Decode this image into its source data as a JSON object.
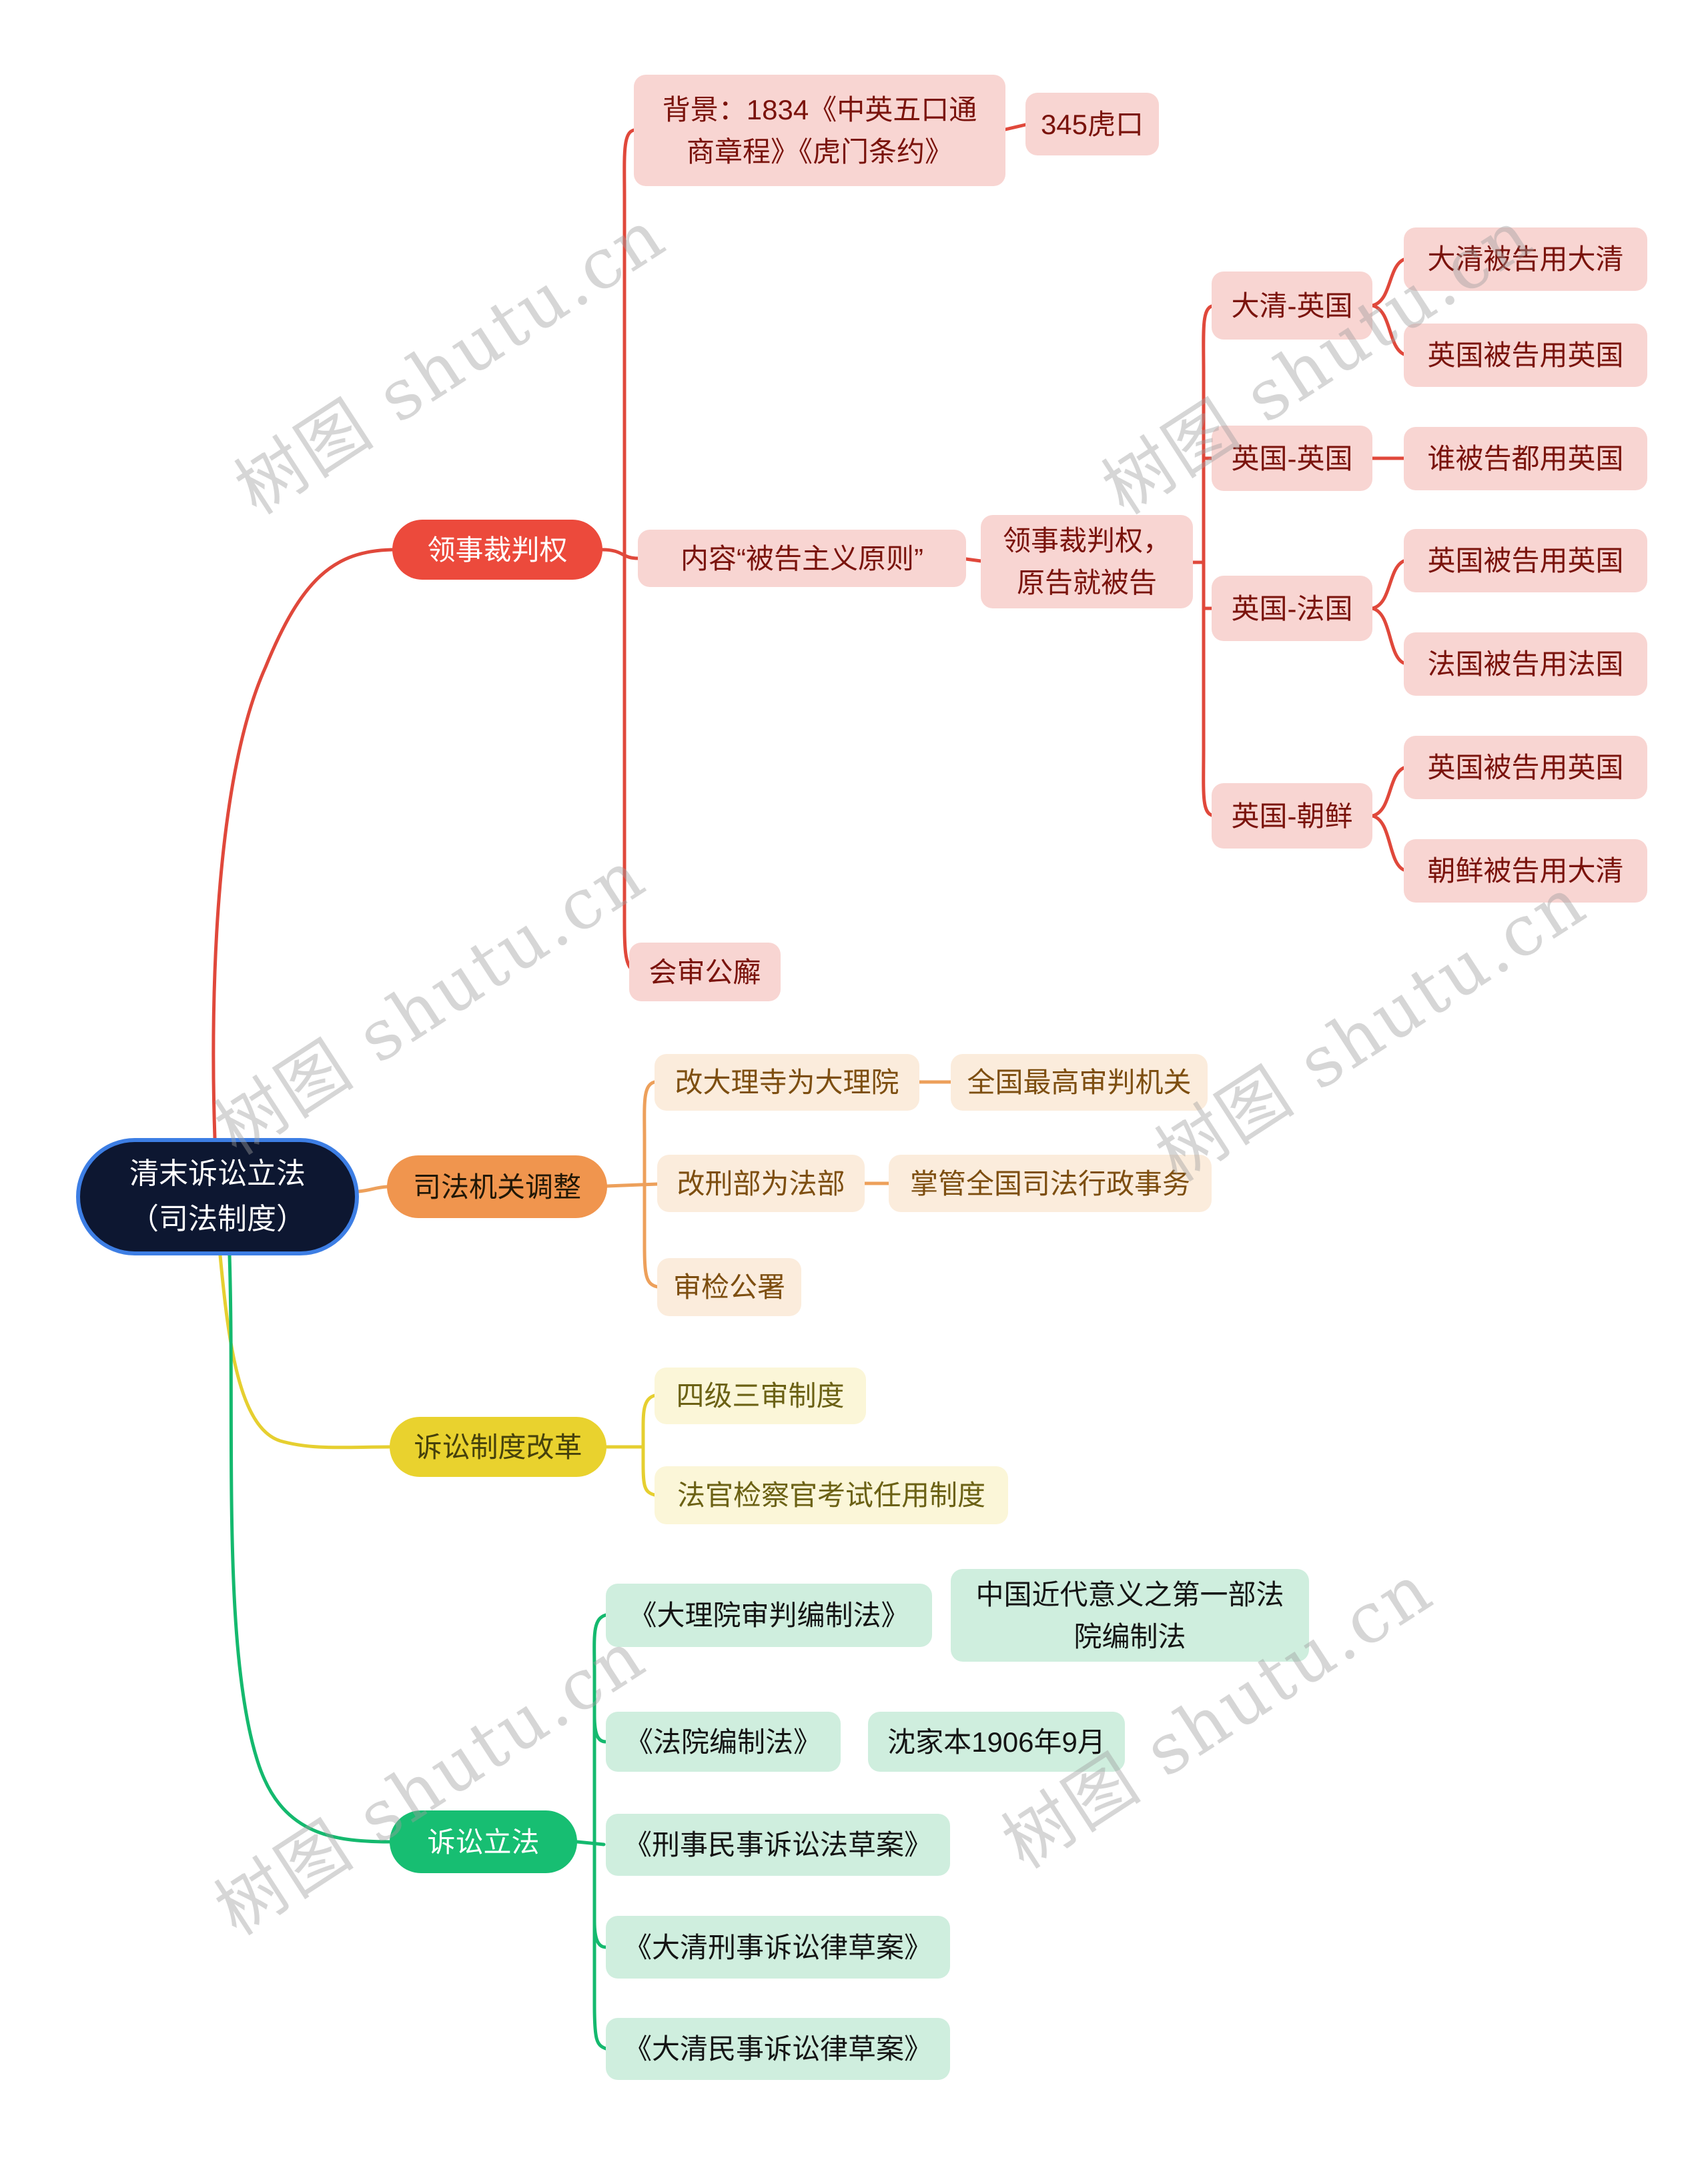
{
  "watermark": {
    "text": "树图 shutu.cn",
    "color": "#d8d8d8"
  },
  "central": {
    "label": "清末诉讼立法\n（司法制度）",
    "bg": "#0d1731",
    "border_color": "#3d7ee4"
  },
  "red_branch": {
    "label": "领事裁判权",
    "pill_color": "#ec4a3c",
    "line_color": "#e0483b",
    "box_bg": "#f8d5d2",
    "text_color": "#7a130c",
    "background_note": "背景：1834《中英五口通\n商章程》《虎门条约》",
    "hukou": "345虎口",
    "content": "内容“被告主义原则”",
    "verdict": "领事裁判权，\n原告就被告",
    "pairs": [
      {
        "label": "大清-英国",
        "children": [
          "大清被告用大清",
          "英国被告用英国"
        ]
      },
      {
        "label": "英国-英国",
        "children": [
          "谁被告都用英国"
        ]
      },
      {
        "label": "英国-法国",
        "children": [
          "英国被告用英国",
          "法国被告用法国"
        ]
      },
      {
        "label": "英国-朝鲜",
        "children": [
          "英国被告用英国",
          "朝鲜被告用大清"
        ]
      }
    ],
    "gongxie": "会审公廨"
  },
  "orange_branch": {
    "label": "司法机关调整",
    "pill_color": "#f0954e",
    "line_color": "#eda05b",
    "box_bg": "#fbecdc",
    "text_color": "#7d4e10",
    "items": [
      {
        "label": "改大理寺为大理院",
        "detail": "全国最高审判机关"
      },
      {
        "label": "改刑部为法部",
        "detail": "掌管全国司法行政事务"
      },
      {
        "label": "审检公署",
        "detail": ""
      }
    ]
  },
  "yellow_branch": {
    "label": "诉讼制度改革",
    "pill_color": "#e9d22e",
    "line_color": "#e6cf30",
    "box_bg": "#fbf6d8",
    "text_color": "#6b6114",
    "items": [
      "四级三审制度",
      "法官检察官考试任用制度"
    ]
  },
  "green_branch": {
    "label": "诉讼立法",
    "pill_color": "#17be72",
    "line_color": "#14b96e",
    "box_bg": "#cfeede",
    "text_color": "#141414",
    "items": [
      {
        "label": "《大理院审判编制法》",
        "detail": "中国近代意义之第一部法\n院编制法"
      },
      {
        "label": "《法院编制法》",
        "detail": "沈家本1906年9月"
      },
      {
        "label": "《刑事民事诉讼法草案》",
        "detail": ""
      },
      {
        "label": "《大清刑事诉讼律草案》",
        "detail": ""
      },
      {
        "label": "《大清民事诉讼律草案》",
        "detail": ""
      }
    ]
  }
}
